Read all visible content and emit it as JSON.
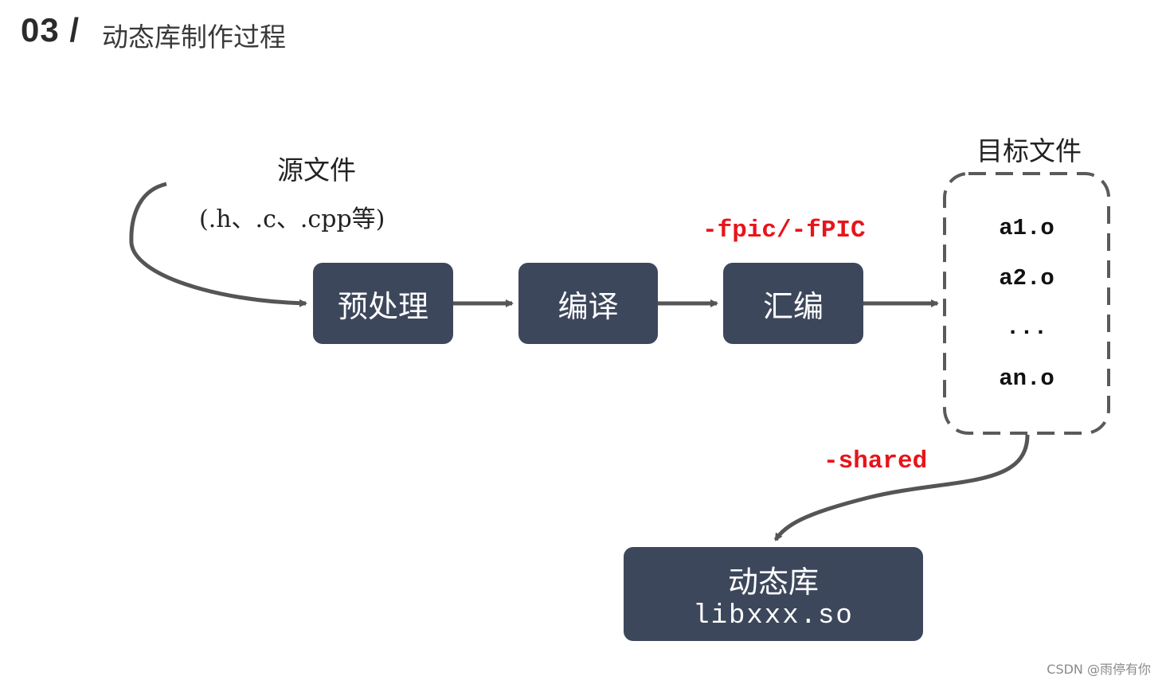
{
  "header": {
    "number": "03 /",
    "title": "动态库制作过程"
  },
  "source": {
    "label": "源文件",
    "types": "(.h、.c、.cpp等)"
  },
  "steps": [
    {
      "label": "预处理"
    },
    {
      "label": "编译"
    },
    {
      "label": "汇编"
    }
  ],
  "flags": {
    "compile": "-fpic/-fPIC",
    "link": "-shared"
  },
  "objects": {
    "label": "目标文件",
    "items": [
      "a1.o",
      "a2.o",
      "...",
      "an.o"
    ]
  },
  "output": {
    "label": "动态库",
    "file": "libxxx.so"
  },
  "watermark": "CSDN @雨停有你",
  "colors": {
    "box": "#3d475c",
    "flag": "#e8141b",
    "arrow": "#555555"
  }
}
